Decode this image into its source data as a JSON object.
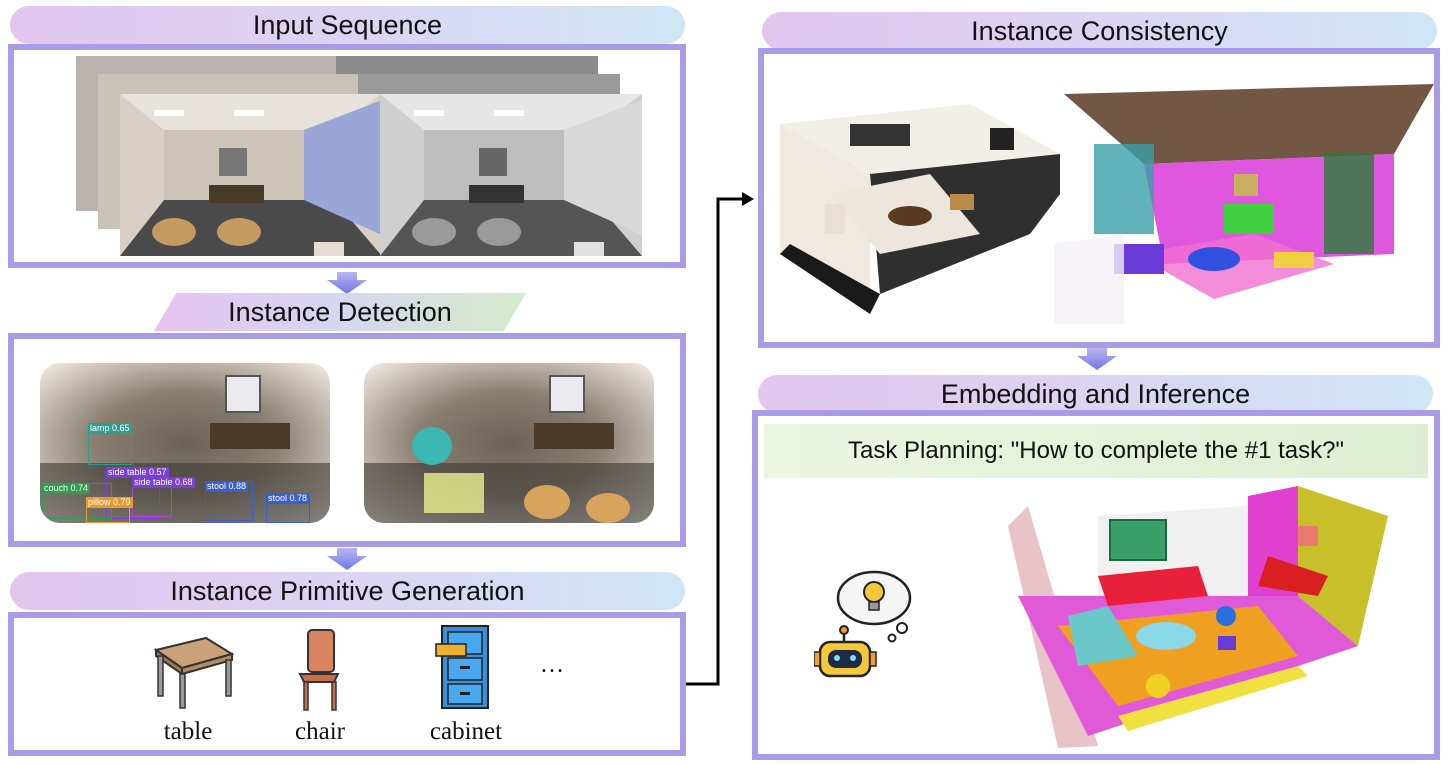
{
  "left": {
    "input_title": "Input Sequence",
    "detection_title": "Instance Detection",
    "primitive_title": "Instance Primitive Generation",
    "detections": [
      {
        "label": "lamp 0.65",
        "color": "#2e9e8e"
      },
      {
        "label": "side table 0.57",
        "color": "#7a3fd6"
      },
      {
        "label": "side table 0.68",
        "color": "#7a3fd6"
      },
      {
        "label": "couch 0.74",
        "color": "#2e9e4e"
      },
      {
        "label": "stool 0.88",
        "color": "#3a5fd0"
      },
      {
        "label": "stool 0.78",
        "color": "#3a5fd0"
      },
      {
        "label": "pillow 0.79",
        "color": "#e89a2a"
      }
    ],
    "primitives": [
      {
        "label": "table",
        "icon": "table-icon"
      },
      {
        "label": "chair",
        "icon": "chair-icon"
      },
      {
        "label": "cabinet",
        "icon": "cabinet-icon"
      }
    ],
    "ellipsis": "…"
  },
  "right": {
    "consistency_title": "Instance Consistency",
    "embedding_title": "Embedding and Inference",
    "task_text": "Task Planning: \"How to complete the  #1 task?\""
  },
  "colors": {
    "border": "#a99be8",
    "arrow": "#7b82e8"
  }
}
